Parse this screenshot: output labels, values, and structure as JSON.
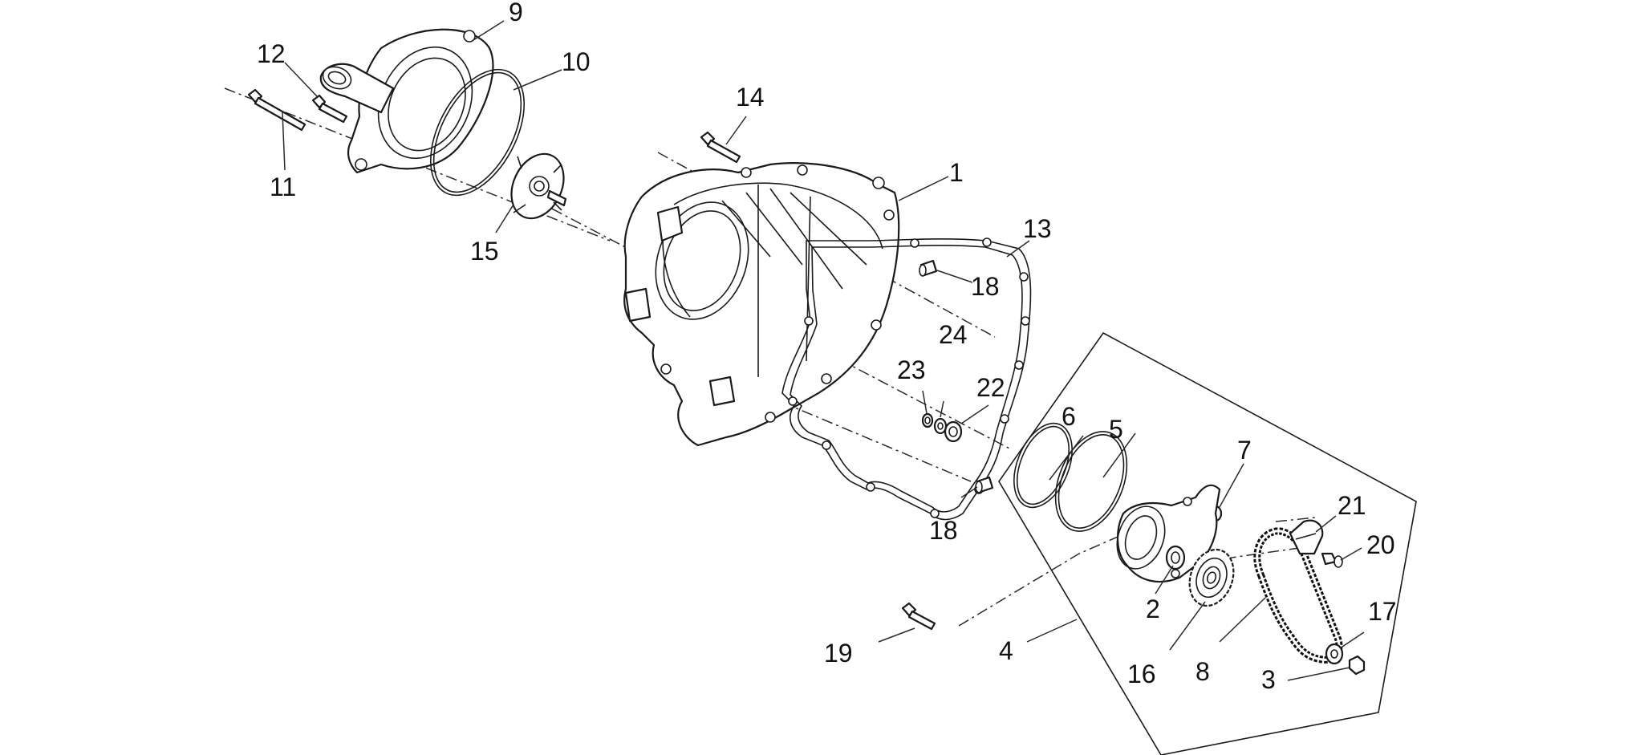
{
  "diagram": {
    "callouts": {
      "c1": "1",
      "c2": "2",
      "c3": "3",
      "c4": "4",
      "c5": "5",
      "c6": "6",
      "c7": "7",
      "c8": "8",
      "c9": "9",
      "c10": "10",
      "c11": "11",
      "c12": "12",
      "c13": "13",
      "c14": "14",
      "c15": "15",
      "c16": "16",
      "c17": "17",
      "c18a": "18",
      "c18b": "18",
      "c19": "19",
      "c20": "20",
      "c21": "21",
      "c22": "22",
      "c23": "23",
      "c24": "24"
    }
  }
}
